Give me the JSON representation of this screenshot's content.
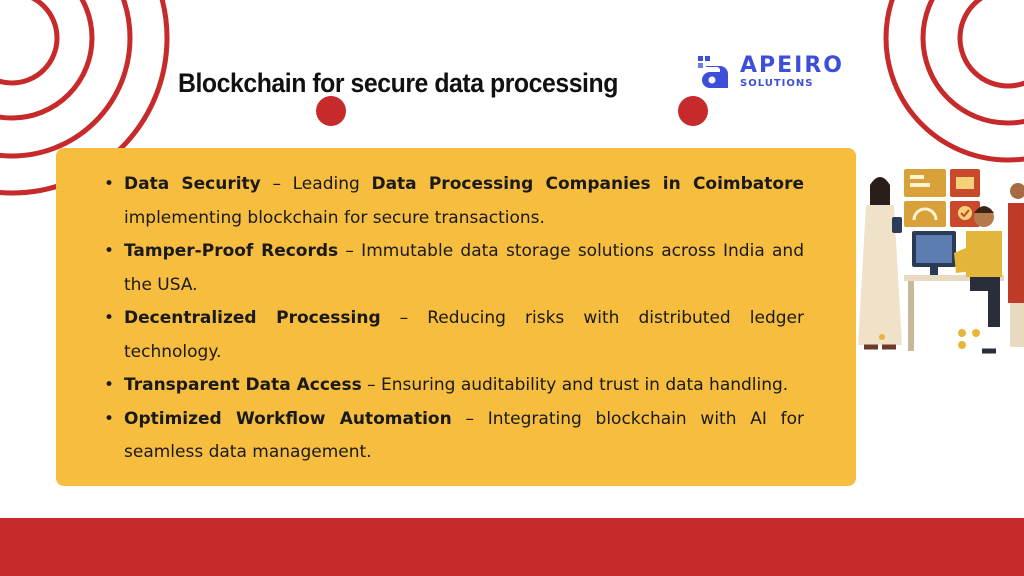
{
  "title": "Blockchain for secure data processing",
  "logo": {
    "name": "APEIRO",
    "sub": "SOLUTIONS"
  },
  "bullets": [
    {
      "bold1": "Data Security",
      "text1": " – Leading ",
      "bold2": "Data Processing Companies in Coimbatore",
      "text2": " implementing blockchain for secure transactions."
    },
    {
      "bold1": "Tamper-Proof Records",
      "text1": " – Immutable data storage solutions across India and the USA.",
      "bold2": "",
      "text2": ""
    },
    {
      "bold1": "Decentralized Processing",
      "text1": " – Reducing risks with distributed ledger technology.",
      "bold2": "",
      "text2": ""
    },
    {
      "bold1": "Transparent Data Access",
      "text1": " – Ensuring auditability and trust in data handling.",
      "bold2": "",
      "text2": ""
    },
    {
      "bold1": "Optimized Workflow Automation",
      "text1": " – Integrating blockchain with AI for seamless data management.",
      "bold2": "",
      "text2": ""
    }
  ],
  "colors": {
    "accent_red": "#c62a2a",
    "card_yellow": "#f6bd3f",
    "logo_blue": "#3d4fd8"
  }
}
